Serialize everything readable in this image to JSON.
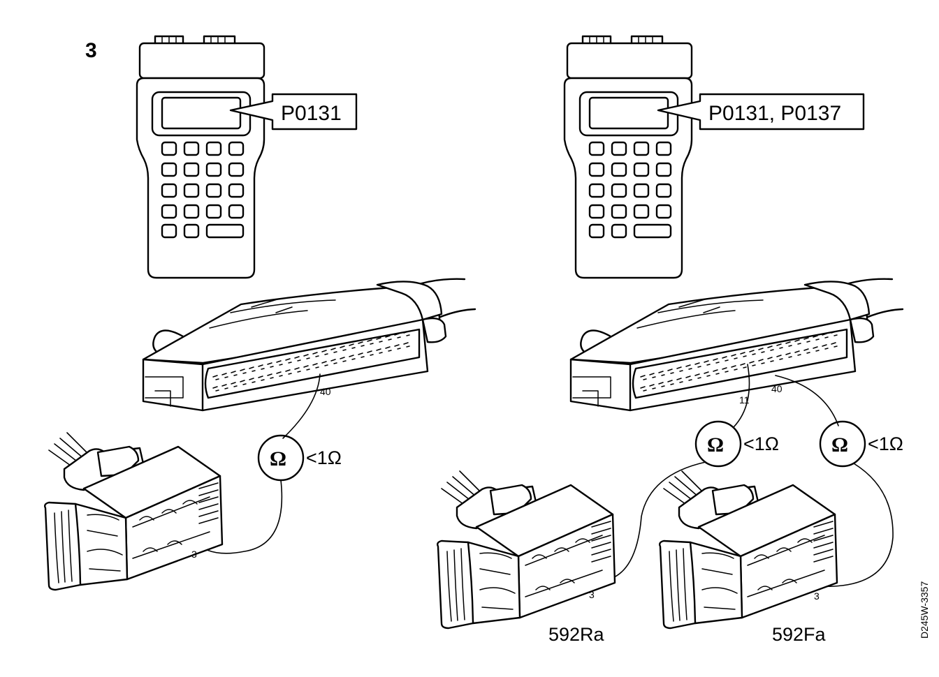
{
  "figure_number": "3",
  "left": {
    "display_code": "P0131",
    "pin_a": "40",
    "meter_symbol": "Ω",
    "meter_value": "<1Ω",
    "connector_pin": "3"
  },
  "right": {
    "display_code": "P0131, P0137",
    "pin_a": "11",
    "pin_b": "40",
    "meter1_symbol": "Ω",
    "meter1_value": "<1Ω",
    "meter2_symbol": "Ω",
    "meter2_value": "<1Ω",
    "connector1_pin": "3",
    "connector2_pin": "3",
    "connector1_label": "592Ra",
    "connector2_label": "592Fa"
  },
  "reference": "D245W-3357"
}
